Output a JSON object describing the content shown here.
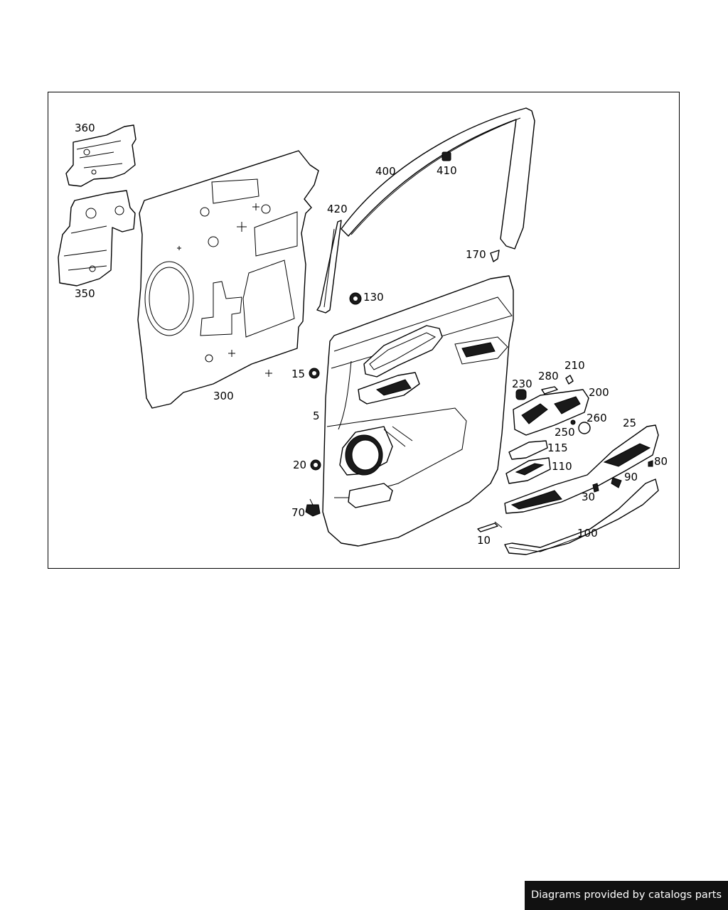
{
  "credit": "Diagrams provided by catalogs parts",
  "callouts": {
    "c360": "360",
    "c350": "350",
    "c300": "300",
    "c420": "420",
    "c400": "400",
    "c410": "410",
    "c170": "170",
    "c130": "130",
    "c15": "15",
    "c5": "5",
    "c20": "20",
    "c70": "70",
    "c230": "230",
    "c280": "280",
    "c210": "210",
    "c200": "200",
    "c260": "260",
    "c250": "250",
    "c25": "25",
    "c115": "115",
    "c110": "110",
    "c80": "80",
    "c90": "90",
    "c30": "30",
    "c10": "10",
    "c100": "100"
  }
}
